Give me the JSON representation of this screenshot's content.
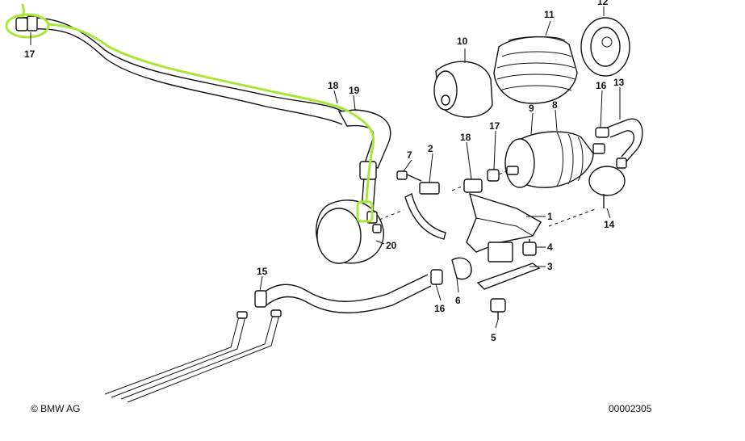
{
  "diagram": {
    "part_labels": {
      "p1": "1",
      "p2": "2",
      "p3": "3",
      "p4": "4",
      "p5": "5",
      "p6": "6",
      "p7": "7",
      "p8": "8",
      "p9": "9",
      "p10": "10",
      "p11": "11",
      "p12": "12",
      "p13": "13",
      "p14": "14",
      "p15": "15",
      "p16a": "16",
      "p16b": "16",
      "p17a": "17",
      "p17b": "17",
      "p18a": "18",
      "p18b": "18",
      "p19": "19",
      "p20": "20"
    },
    "copyright": "© BMW AG",
    "drawing_number": "00002305",
    "highlight_color": "#a8e63a"
  }
}
